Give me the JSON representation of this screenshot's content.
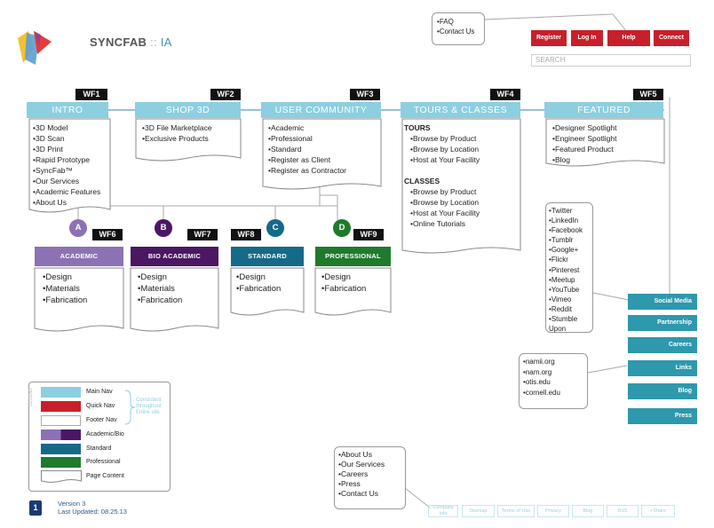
{
  "header": {
    "brand": "SYNCFAB",
    "separator": "::",
    "subtitle": "IA",
    "faq_bubble": [
      "FAQ",
      "Contact Us"
    ],
    "quick_nav": [
      "Register",
      "Log In",
      "Help",
      "Connect"
    ],
    "search_placeholder": "SEARCH"
  },
  "main_nav": [
    {
      "wf": "WF1",
      "label": "INTRO",
      "items": [
        "3D Model",
        "3D Scan",
        "3D Print",
        "Rapid Prototype",
        "SyncFab™",
        "Our Services",
        "Academic Features",
        "About Us"
      ]
    },
    {
      "wf": "WF2",
      "label": "SHOP 3D",
      "items": [
        "3D File Marketplace",
        "Exclusive Products"
      ]
    },
    {
      "wf": "WF3",
      "label": "USER COMMUNITY",
      "items": [
        "Academic",
        "Professional",
        "Standard",
        "Register as Client",
        "Register as Contractor"
      ]
    },
    {
      "wf": "WF4",
      "label": "TOURS & CLASSES",
      "tours_heading": "TOURS",
      "tours": [
        "Browse by Product",
        "Browse by Location",
        "Host at Your Facility"
      ],
      "classes_heading": "CLASSES",
      "classes": [
        "Browse by Product",
        "Browse by Location",
        "Host at Your Facility",
        "Online Tutorials"
      ]
    },
    {
      "wf": "WF5",
      "label": "FEATURED",
      "items": [
        "Designer Spotlight",
        "Engineer Spotlight",
        "Featured Product",
        "Blog"
      ]
    }
  ],
  "user_types": [
    {
      "letter": "A",
      "wf": "WF6",
      "label": "ACADEMIC",
      "color": "#8c72b5",
      "items": [
        "Design",
        "Materials",
        "Fabrication"
      ]
    },
    {
      "letter": "B",
      "wf": "WF7",
      "label": "BIO ACADEMIC",
      "color": "#4b1763",
      "items": [
        "Design",
        "Materials",
        "Fabrication"
      ]
    },
    {
      "letter": "C",
      "wf": "WF8",
      "label": "STANDARD",
      "color": "#156a88",
      "items": [
        "Design",
        "Fabrication"
      ]
    },
    {
      "letter": "D",
      "wf": "WF9",
      "label": "PROFESSIONAL",
      "color": "#1f7a2c",
      "items": [
        "Design",
        "Fabrication"
      ]
    }
  ],
  "social_list": [
    "Twitter",
    "LinkedIn",
    "Facebook",
    "Tumblr",
    "Google+",
    "Flickr",
    "Pinterest",
    "Meetup",
    "YouTube",
    "Vimeo",
    "Reddit",
    "Stumble Upon"
  ],
  "links_list": [
    "namii.org",
    "nam.org",
    "otis.edu",
    "cornell.edu"
  ],
  "side_nav": [
    "Social Media",
    "Partnership",
    "Careers",
    "Links",
    "Blog",
    "Press"
  ],
  "company_list": [
    "About Us",
    "Our Services",
    "Careers",
    "Press",
    "Contact Us"
  ],
  "footer_nav": [
    "Company Info",
    "Sitemap",
    "Terms of Use",
    "Privacy",
    "Blog",
    "RSS",
    "+Share"
  ],
  "legend": {
    "title": "LEGEND",
    "items": [
      "Main Nav",
      "Quick Nav",
      "Footer Nav",
      "Academic/Bio",
      "Standard",
      "Professional",
      "Page Content"
    ],
    "consistent_note": [
      "Consistent",
      "throughout",
      "Entire site"
    ]
  },
  "version": {
    "page": "1",
    "line1": "Version 3",
    "line2": "Last Updated: 08.25.13"
  },
  "colors": {
    "main_nav": "#8ccfe0",
    "quick_nav": "#c8202a",
    "side_nav": "#2e98ad",
    "wf_tag": "#111111"
  }
}
